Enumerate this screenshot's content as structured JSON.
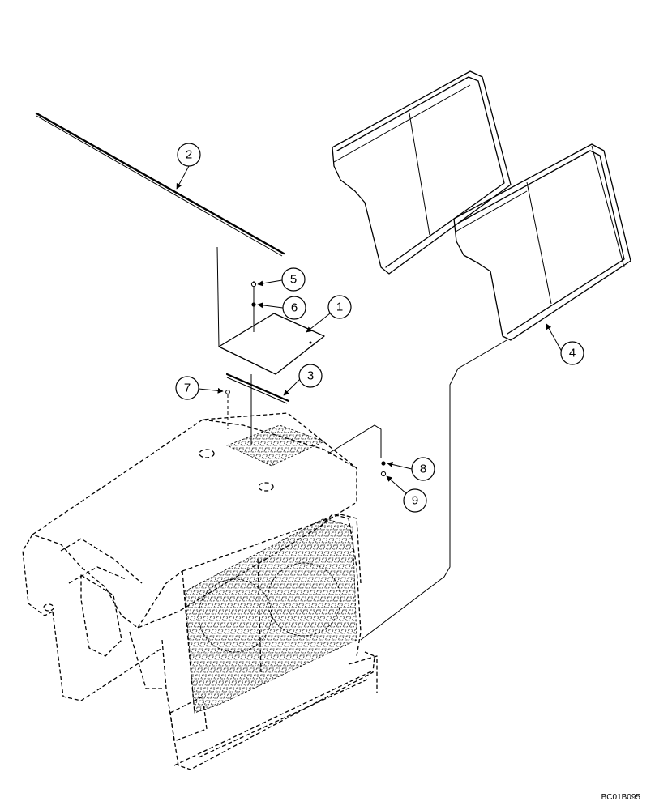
{
  "callouts": [
    {
      "id": "1",
      "label": "1"
    },
    {
      "id": "2",
      "label": "2"
    },
    {
      "id": "3",
      "label": "3"
    },
    {
      "id": "4",
      "label": "4"
    },
    {
      "id": "5",
      "label": "5"
    },
    {
      "id": "6",
      "label": "6"
    },
    {
      "id": "7",
      "label": "7"
    },
    {
      "id": "8",
      "label": "8"
    },
    {
      "id": "9",
      "label": "9"
    }
  ],
  "drawing_code": "BC01B095"
}
